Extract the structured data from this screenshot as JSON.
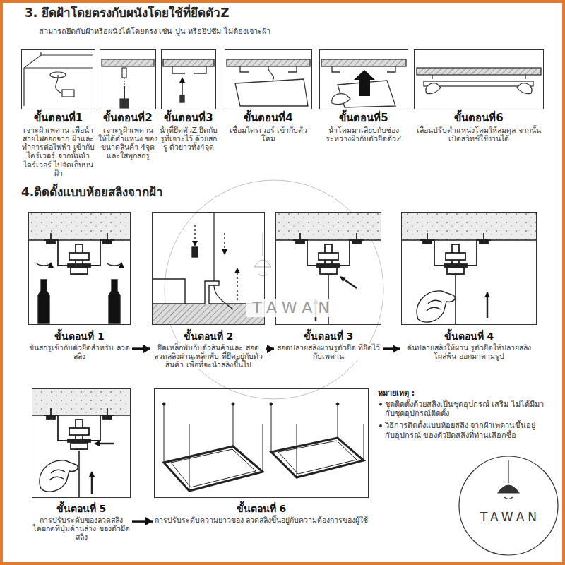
{
  "diagram": {
    "nodes": [
      {
        "text": [
          "ขั้นตอนที่1",
          "เจาะฝ้าเพดาน เพื่อนำสายไฟออกจาก ฝ้าและทำการต่อไฟฟ้า เข้ากับไดร์เวอร์ จากนั้นนำไดร์เวอร์ ไปจัดเก็บบนฝ้า"
        ]
      },
      {
        "text": [
          "ขั้นตอนที่2",
          "เจาะรูฝ้าเพดาน ให้ได้ตำแหน่ง ของขนาดสินค้า 4จุดและใส่พุกสกรู"
        ]
      },
      {
        "text": [
          "ขั้นตอนที่3",
          "นำที่ยึดตัวZ ยึดกับรูที่เจาะไว้ ด้วยสกรู ตัวยาวทั้ง4จุด"
        ]
      },
      {
        "text": [
          "ขั้นตอนที่4",
          "เชื่อมไดรเวอร์ เข้ากับตัวโคม"
        ]
      },
      {
        "text": [
          "ขั้นตอนที่5",
          "นำโคมมาเสียบกับช่อง ระหว่างฝ้ากับตัวยึดตัวZ"
        ]
      },
      {
        "text": [
          "ขั้นตอนที่6",
          "เลื่อนปรับตำแหน่งโคมให้สมดุล จากนั้นเปิดสวิทช์ใช้งานได้"
        ]
      },
      {
        "text": [
          "ขั้นตอนที่ 1",
          "ขันสกรูเข้ากับตัวยึดสำหรับ ลวดสลิง"
        ]
      },
      {
        "text": [
          "ขั้นตอนที่ 2",
          "ยึดเหล็กพับกับตัวสินค้าและ สอดลวดสลิงผ่านเหล็กพับ ที่ยึดอยู่กับตัวสินค้า เพื่อที่จะนำสลิงขึ้นไป"
        ]
      },
      {
        "text": [
          "ขั้นตอนที่ 3",
          "สอดปลายสลิงผ่านรูตัวยึด ที่ยึดไว้กับเพดาน"
        ]
      },
      {
        "text": [
          "ขั้นตอนที่ 4",
          "ดันปลายสลิงให้ผ่าน รูตัวยึดให้ปลายสลิงโผล่พ้น ออกมาตามรูป"
        ]
      },
      {
        "text": [
          "ขั้นตอนที่ 5",
          "การปรับระดับของลวดสลิง โดยกดที่ปุ่มด้านล่าง ของตัวยึดสลิง"
        ]
      },
      {
        "text": [
          "ขั้นตอนที่ 6",
          "การปรับระดับความยาวของ ลวดสลิงขึ้นอยู่กับความต้องการของผู้ใช้"
        ]
      }
    ],
    "edges": [
      {
        "from": 6,
        "to": 7,
        "arrow": "to"
      },
      {
        "from": 7,
        "to": 8,
        "arrow": "to"
      },
      {
        "from": 8,
        "to": 9,
        "arrow": "to"
      },
      {
        "from": 10,
        "to": 11,
        "arrow": "to"
      }
    ],
    "labels": [
      "3. ยึดฝ้าโดยตรงกับผนังโดยใช้ที่ยึดตัวZ",
      "สามารถยึดกับฝ้าหรือผนังได้โดยตรง เช่น ปูน หรือยิปซัม ไม่ต้องเจาะฝ้า",
      "4.ติดตั้งแบบห้อยสลิงจากฝ้า",
      "TAWAN",
      "หมายเหตุ :",
      "ชุดติดตั้งด้วยสลิงเป็นชุดอุปกรณ์ เสริม ไม่ได้มีมากับชุดอุปกรณ์ติดตั้ง",
      "วิธีการติดตั้งแบบห้อยสลิง จากฝ้าเพดานขึ้นอยู่กับอุปกรณ์ ของตัวยึดสลิงที่ท่านเลือกซื้อ",
      "TAWAN"
    ]
  }
}
